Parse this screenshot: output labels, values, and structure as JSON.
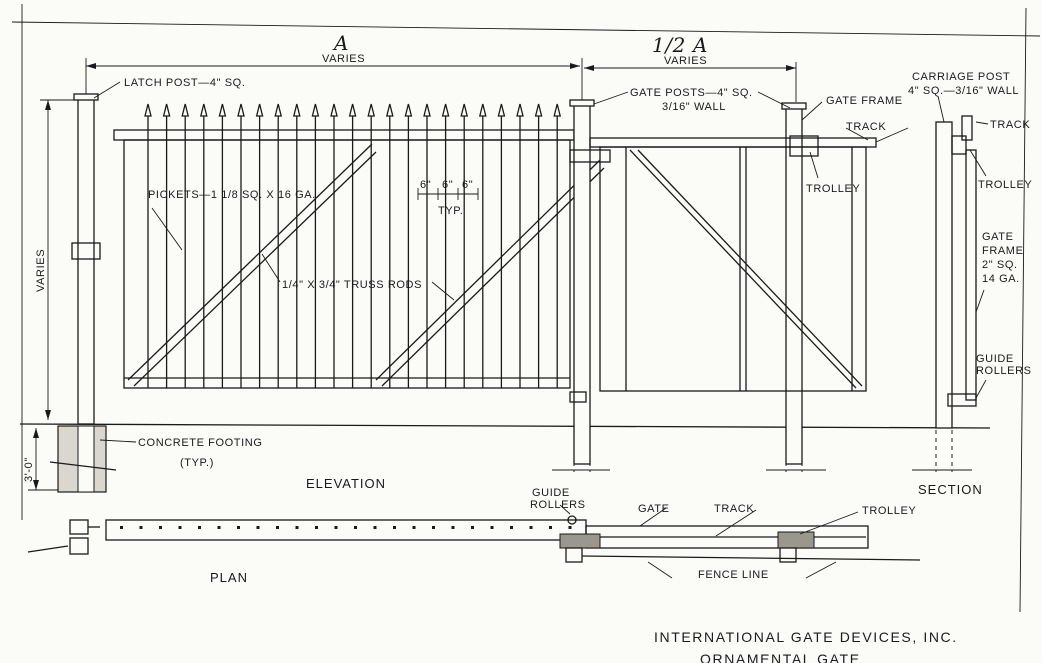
{
  "top_dims": {
    "section_a_letter": "A",
    "section_a_varies": "VARIES",
    "section_half_a_letter": "1/2 A",
    "section_half_a_varies": "VARIES"
  },
  "elevation": {
    "latch_post": "LATCH POST—4\" SQ.",
    "gate_posts_line1": "GATE POSTS—4\" SQ.",
    "gate_posts_line2": "3/16\" WALL",
    "gate_frame": "GATE FRAME",
    "track": "TRACK",
    "trolley": "TROLLEY",
    "pickets": "PICKETS—1 1/8 SQ. X 16 GA.",
    "spacing_1": "6\"",
    "spacing_2": "6\"",
    "spacing_3": "6\"",
    "spacing_typ": "TYP.",
    "truss_rods": "1/4\" X 3/4\" TRUSS RODS",
    "height_varies": "VARIES",
    "footing_depth": "3'-0\"",
    "concrete_footing_line1": "CONCRETE FOOTING",
    "concrete_footing_line2": "(TYP.)",
    "view_title": "ELEVATION"
  },
  "section": {
    "carriage_post_line1": "CARRIAGE POST",
    "carriage_post_line2": "4\" SQ.—3/16\" WALL",
    "track": "TRACK",
    "trolley": "TROLLEY",
    "gate_frame_line1": "GATE",
    "gate_frame_line2": "FRAME",
    "gate_frame_line3": "2\" SQ.",
    "gate_frame_line4": "14 GA.",
    "guide_rollers_line1": "GUIDE",
    "guide_rollers_line2": "ROLLERS",
    "view_title": "SECTION"
  },
  "plan": {
    "guide_rollers_line1": "GUIDE",
    "guide_rollers_line2": "ROLLERS",
    "gate": "GATE",
    "track": "TRACK",
    "trolley": "TROLLEY",
    "fence_line": "FENCE LINE",
    "view_title": "PLAN"
  },
  "footer": {
    "company": "INTERNATIONAL GATE DEVICES, INC.",
    "subtitle": "ORNAMENTAL GATE"
  }
}
